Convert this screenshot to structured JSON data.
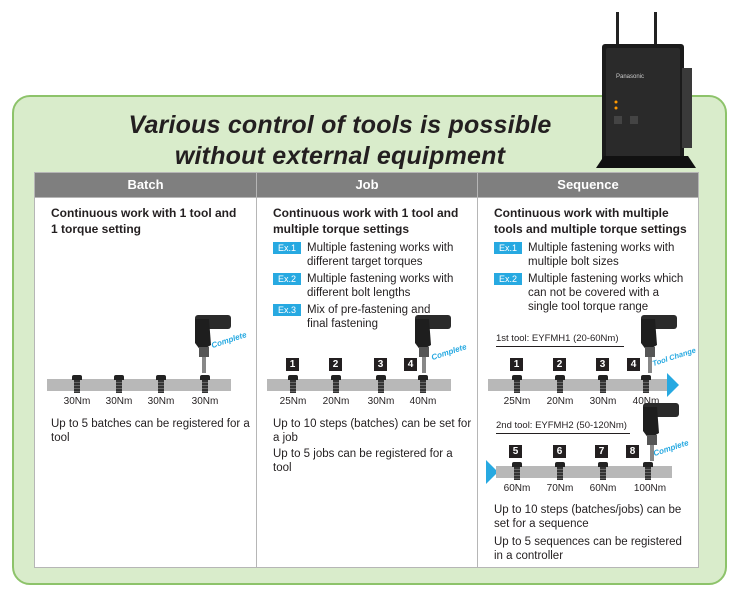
{
  "title": {
    "line1": "Various control of tools is possible",
    "line2": "without external equipment"
  },
  "columns": {
    "batch": {
      "header": "Batch",
      "desc": "Continuous work with 1 tool and 1 torque setting",
      "torques": [
        "30Nm",
        "30Nm",
        "30Nm",
        "30Nm"
      ],
      "complete": "Complete",
      "notes": [
        "Up to 5 batches can be registered for a tool"
      ]
    },
    "job": {
      "header": "Job",
      "desc": "Continuous work with 1 tool and multiple torque settings",
      "examples": [
        {
          "tag": "Ex.1",
          "text": "Multiple fastening works with different target torques"
        },
        {
          "tag": "Ex.2",
          "text": "Multiple fastening works with different bolt lengths"
        },
        {
          "tag": "Ex.3",
          "text": "Mix of pre-fastening and final fastening"
        }
      ],
      "steps": [
        "1",
        "2",
        "3",
        "4"
      ],
      "torques": [
        "25Nm",
        "20Nm",
        "30Nm",
        "40Nm"
      ],
      "complete": "Complete",
      "notes": [
        "Up to 10 steps (batches) can be set for a job",
        "Up to 5 jobs can be registered for a tool"
      ]
    },
    "sequence": {
      "header": "Sequence",
      "desc": "Continuous work with multiple tools and multiple torque settings",
      "examples": [
        {
          "tag": "Ex.1",
          "text": "Multiple fastening works with multiple bolt sizes"
        },
        {
          "tag": "Ex.2",
          "text": "Multiple fastening works which can not be covered with a single tool torque range"
        }
      ],
      "tool1_label": "1st tool: EYFMH1 (20-60Nm)",
      "tool1_steps": [
        "1",
        "2",
        "3",
        "4"
      ],
      "tool1_torques": [
        "25Nm",
        "20Nm",
        "30Nm",
        "40Nm"
      ],
      "tool_change": "Tool Change",
      "tool2_label": "2nd tool: EYFMH2 (50-120Nm)",
      "tool2_steps": [
        "5",
        "6",
        "7",
        "8"
      ],
      "tool2_torques": [
        "60Nm",
        "70Nm",
        "60Nm",
        "100Nm"
      ],
      "complete": "Complete",
      "notes": [
        "Up to 10 steps (batches/jobs) can be set for a sequence",
        "Up to 5 sequences can be registered in a controller"
      ]
    }
  },
  "device": {
    "brand": "Panasonic"
  },
  "colors": {
    "panel_bg": "#d9eccb",
    "panel_border": "#8dc36a",
    "header_bg": "#7f7f7f",
    "accent": "#27a9e1"
  }
}
